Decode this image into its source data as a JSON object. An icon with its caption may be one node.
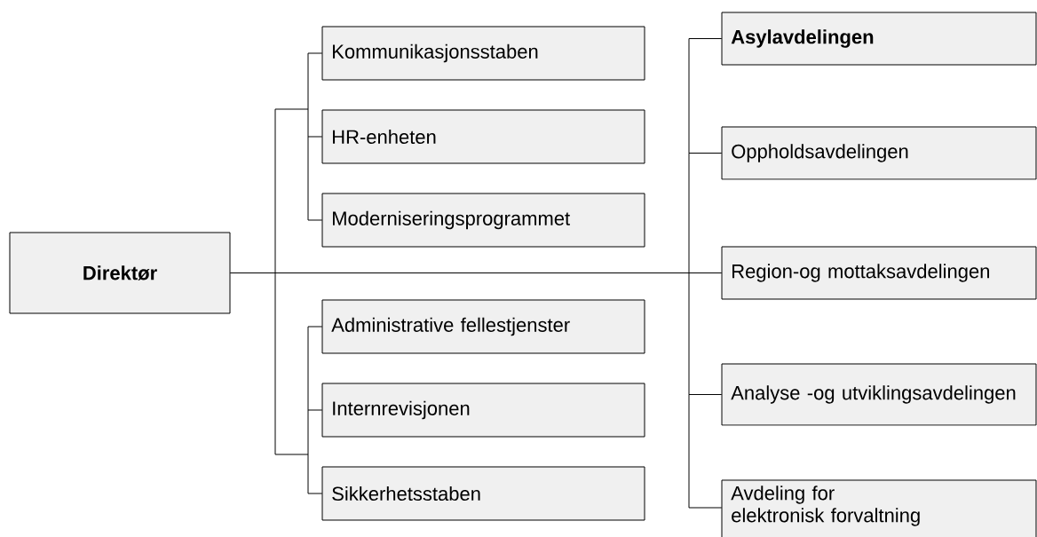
{
  "diagram": {
    "nodes": [
      {
        "text": [
          "Direktør"
        ]
      },
      {
        "text": [
          "Kommunikasjonsstaben"
        ]
      },
      {
        "text": [
          "HR-enheten"
        ]
      },
      {
        "text": [
          "Moderniseringsprogrammet"
        ]
      },
      {
        "text": [
          "Administrative fellestjenster"
        ]
      },
      {
        "text": [
          "Internrevisjonen"
        ]
      },
      {
        "text": [
          "Sikkerhetsstaben"
        ]
      },
      {
        "text": [
          "Asylavdelingen"
        ]
      },
      {
        "text": [
          "Oppholdsavdelingen"
        ]
      },
      {
        "text": [
          "Region-og mottaksavdelingen"
        ]
      },
      {
        "text": [
          "Analyse -og utviklingsavdelingen"
        ]
      },
      {
        "text": [
          "Avdeling for elektronisk forvaltning"
        ]
      }
    ],
    "edges": [
      {
        "from": 0,
        "to": 1,
        "arrow": "none"
      },
      {
        "from": 0,
        "to": 2,
        "arrow": "none"
      },
      {
        "from": 0,
        "to": 3,
        "arrow": "none"
      },
      {
        "from": 0,
        "to": 4,
        "arrow": "none"
      },
      {
        "from": 0,
        "to": 5,
        "arrow": "none"
      },
      {
        "from": 0,
        "to": 6,
        "arrow": "none"
      },
      {
        "from": 0,
        "to": 7,
        "arrow": "none"
      },
      {
        "from": 0,
        "to": 8,
        "arrow": "none"
      },
      {
        "from": 0,
        "to": 9,
        "arrow": "none"
      },
      {
        "from": 0,
        "to": 10,
        "arrow": "none"
      },
      {
        "from": 0,
        "to": 11,
        "arrow": "none"
      }
    ]
  }
}
